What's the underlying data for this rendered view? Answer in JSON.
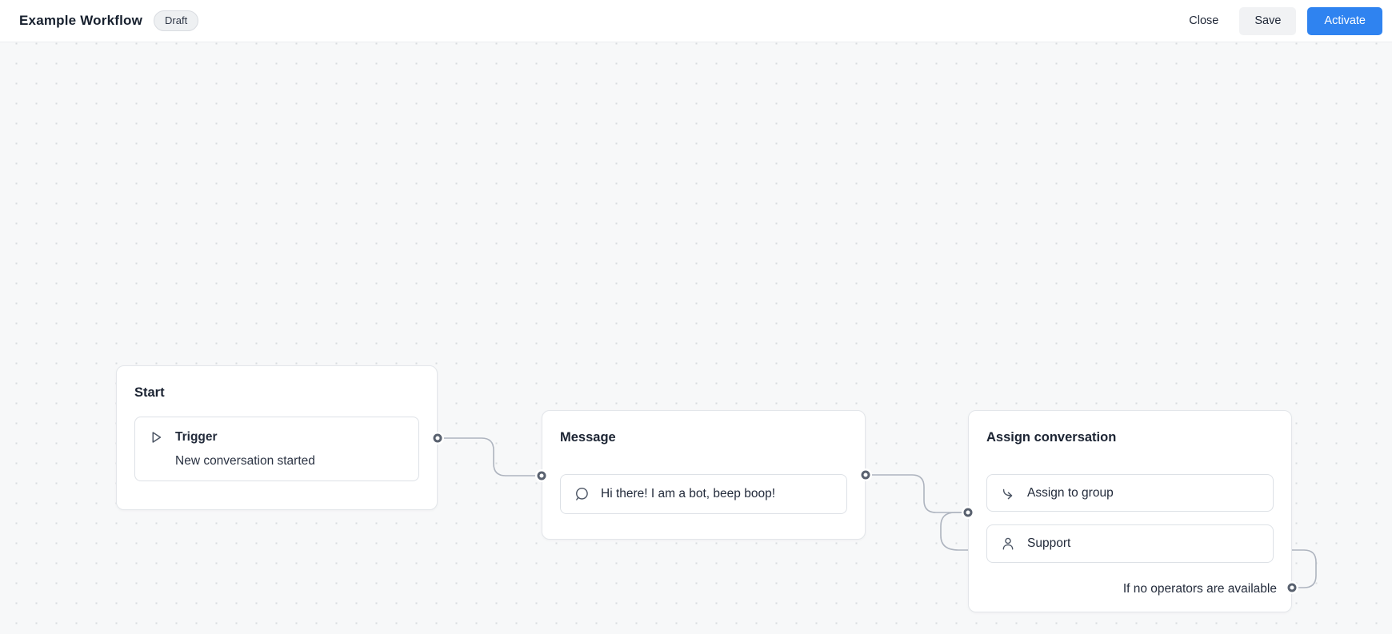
{
  "header": {
    "title": "Example Workflow",
    "status_badge": "Draft",
    "actions": {
      "close": "Close",
      "save": "Save",
      "activate": "Activate"
    }
  },
  "workflow": {
    "nodes": [
      {
        "title": "Start",
        "cards": [
          {
            "icon": "play-icon",
            "label": "Trigger",
            "description": "New conversation started"
          }
        ]
      },
      {
        "title": "Message",
        "cards": [
          {
            "icon": "chat-bubble-icon",
            "label": "Hi there! I am a bot, beep boop!"
          }
        ]
      },
      {
        "title": "Assign conversation",
        "cards": [
          {
            "icon": "assign-arrow-icon",
            "label": "Assign to group"
          },
          {
            "icon": "user-icon",
            "label": "Support"
          }
        ],
        "condition_label": "If no operators are available"
      }
    ],
    "connections": [
      {
        "from": "start-output",
        "to": "message-input"
      },
      {
        "from": "message-output",
        "to": "assign-conversation-input"
      },
      {
        "from": "assign-conversation-no-operators-output",
        "to": "assign-conversation-input"
      }
    ]
  },
  "theme": {
    "accent_blue": "#2f83f0",
    "edge_gray": "#aeb4bf",
    "port_ring": "#59616f",
    "canvas_dot": "#d8dbdf",
    "text_dark": "#1c2433"
  }
}
